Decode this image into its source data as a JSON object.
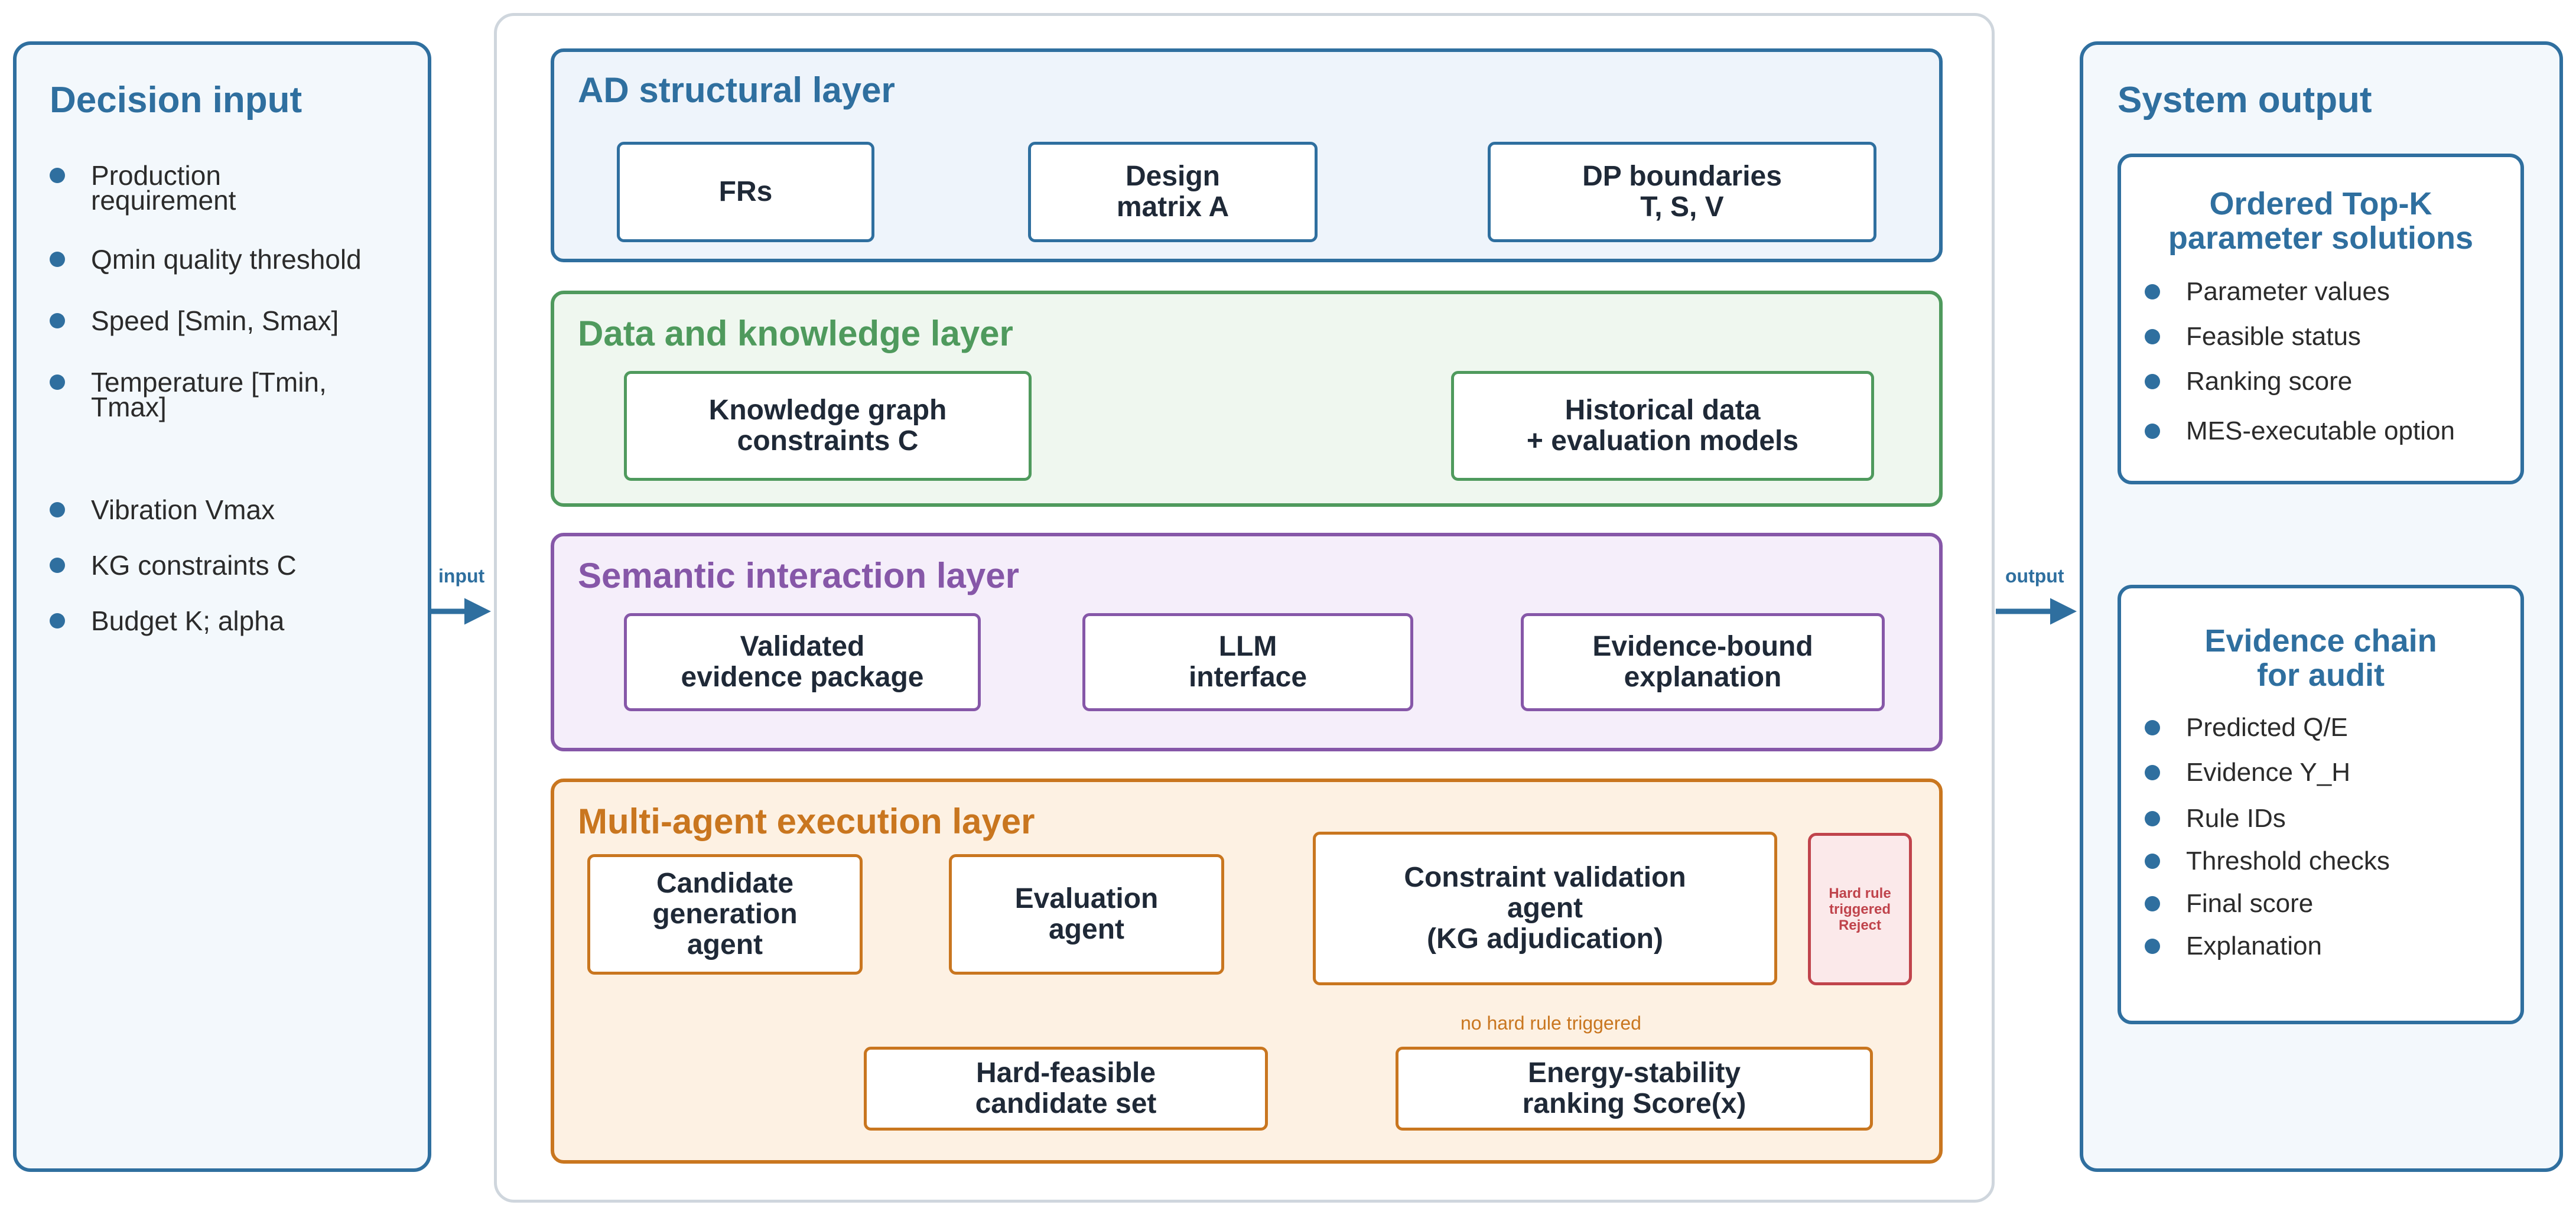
{
  "decision_input": {
    "title": "Decision input",
    "items": [
      "Production requirement",
      "Qmin quality threshold",
      "Speed [Smin, Smax]",
      "Temperature [Tmin, Tmax]",
      "Vibration Vmax",
      "KG constraints C",
      "Budget K; alpha"
    ]
  },
  "connectors": {
    "input_label": "input",
    "output_label": "output"
  },
  "ad_layer": {
    "title": "AD structural layer",
    "nodes": [
      "FRs",
      "Design\nmatrix A",
      "DP boundaries\nT, S, V"
    ]
  },
  "data_layer": {
    "title": "Data and knowledge layer",
    "nodes": [
      "Knowledge graph\nconstraints C",
      "Historical data\n+ evaluation models"
    ]
  },
  "semantic_layer": {
    "title": "Semantic interaction layer",
    "nodes": [
      "Validated\nevidence package",
      "LLM\ninterface",
      "Evidence-bound\nexplanation"
    ]
  },
  "multi_agent_layer": {
    "title": "Multi-agent execution layer",
    "nodes": {
      "candidate": "Candidate\ngeneration\nagent",
      "evaluation": "Evaluation\nagent",
      "constraint": "Constraint validation\nagent\n(KG adjudication)",
      "reject": "Hard rule\ntriggered\nReject",
      "feasible": "Hard-feasible\ncandidate set",
      "ranking": "Energy-stability\nranking Score(x)"
    },
    "note": "no hard rule triggered"
  },
  "system_output": {
    "title": "System output",
    "boxes": [
      {
        "title": "Ordered Top-K\nparameter solutions",
        "items": [
          "Parameter values",
          "Feasible status",
          "Ranking score",
          "MES-executable option"
        ]
      },
      {
        "title": "Evidence chain\nfor audit",
        "items": [
          "Predicted Q/E",
          "Evidence Y_H",
          "Rule IDs",
          "Threshold checks",
          "Final score",
          "Explanation"
        ]
      }
    ]
  },
  "colors": {
    "blue": "#2f6f9f",
    "green": "#4f9a5d",
    "purple": "#8657a8",
    "orange": "#c9761f",
    "red": "#c0444c"
  }
}
